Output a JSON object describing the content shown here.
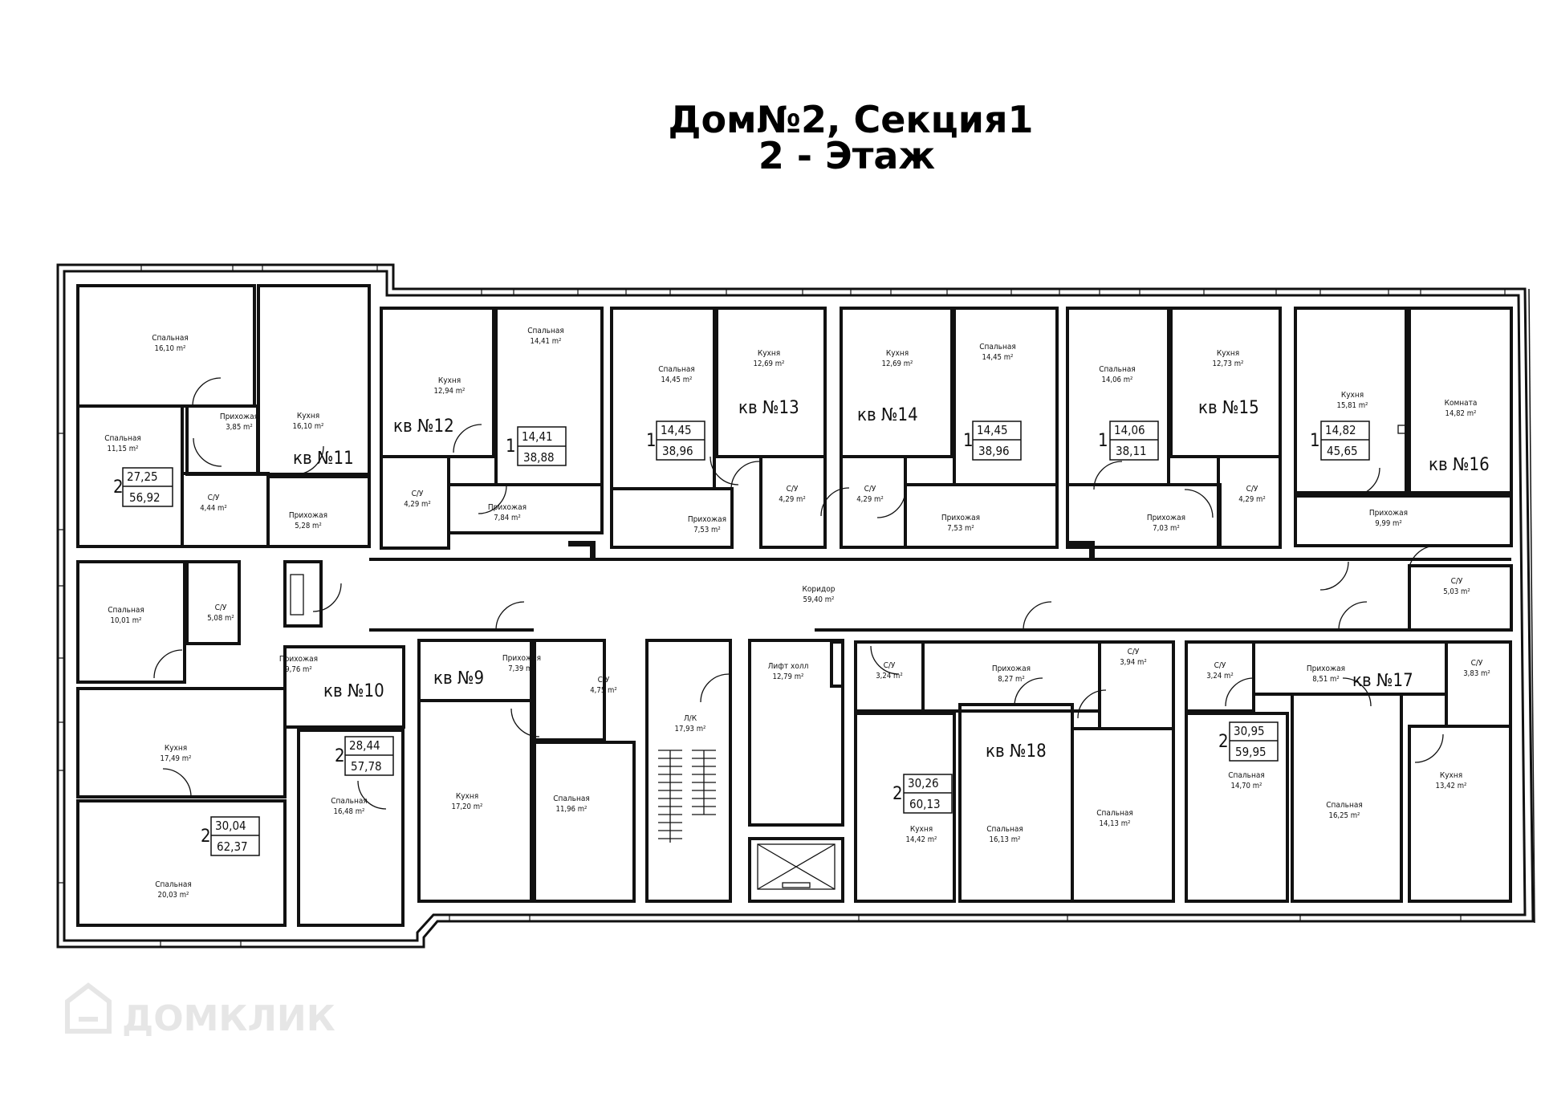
{
  "title": {
    "line1": "Дом№2, Секция1",
    "line2": "2 - Этаж"
  },
  "watermark": {
    "text": "ДОМКЛИК",
    "icon": "house-icon"
  },
  "rooms": [
    {
      "name": "Спальная",
      "area": "16,10 m²"
    },
    {
      "name": "Спальная",
      "area": "11,15 m²"
    },
    {
      "name": "Прихожая",
      "area": "3,85 m²"
    },
    {
      "name": "С/У",
      "area": "4,44 m²"
    },
    {
      "name": "Кухня",
      "area": "16,10 m²"
    },
    {
      "name": "Прихожая",
      "area": "5,28 m²"
    },
    {
      "name": "Кухня",
      "area": "12,94 m²"
    },
    {
      "name": "С/У",
      "area": "4,29 m²"
    },
    {
      "name": "Прихожая",
      "area": "7,84 m²"
    },
    {
      "name": "Спальная",
      "area": "14,41 m²"
    },
    {
      "name": "Спальная",
      "area": "14,45 m²"
    },
    {
      "name": "Кухня",
      "area": "12,69 m²"
    },
    {
      "name": "С/У",
      "area": "4,29 m²"
    },
    {
      "name": "Прихожая",
      "area": "7,53 m²"
    },
    {
      "name": "Кухня",
      "area": "12,69 m²"
    },
    {
      "name": "С/У",
      "area": "4,29 m²"
    },
    {
      "name": "Спальная",
      "area": "14,45 m²"
    },
    {
      "name": "Прихожая",
      "area": "7,53 m²"
    },
    {
      "name": "Спальная",
      "area": "14,06 m²"
    },
    {
      "name": "Прихожая",
      "area": "7,03 m²"
    },
    {
      "name": "Кухня",
      "area": "12,73 m²"
    },
    {
      "name": "С/У",
      "area": "4,29 m²"
    },
    {
      "name": "Кухня",
      "area": "15,81 m²"
    },
    {
      "name": "Комната",
      "area": "14,82 m²"
    },
    {
      "name": "Прихожая",
      "area": "9,99 m²"
    },
    {
      "name": "С/У",
      "area": "5,03 m²"
    },
    {
      "name": "Коридор",
      "area": "59,40 m²"
    },
    {
      "name": "Спальная",
      "area": "10,01 m²"
    },
    {
      "name": "С/У",
      "area": "5,08 m²"
    },
    {
      "name": "Прихожая",
      "area": "9,76 m²"
    },
    {
      "name": "Кухня",
      "area": "17,49 m²"
    },
    {
      "name": "Спальная",
      "area": "20,03 m²"
    },
    {
      "name": "Спальная",
      "area": "16,48 m²"
    },
    {
      "name": "Прихожая",
      "area": "7,39 m²"
    },
    {
      "name": "С/У",
      "area": "4,75 m²"
    },
    {
      "name": "Кухня",
      "area": "17,20 m²"
    },
    {
      "name": "Спальная",
      "area": "11,96 m²"
    },
    {
      "name": "Л/К",
      "area": "17,93 m²"
    },
    {
      "name": "Лифт холл",
      "area": "12,79 m²"
    },
    {
      "name": "С/У",
      "area": "3,24 m²"
    },
    {
      "name": "Прихожая",
      "area": "8,27 m²"
    },
    {
      "name": "С/У",
      "area": "3,94 m²"
    },
    {
      "name": "Кухня",
      "area": "14,42 m²"
    },
    {
      "name": "Спальная",
      "area": "16,13 m²"
    },
    {
      "name": "Спальная",
      "area": "14,13 m²"
    },
    {
      "name": "С/У",
      "area": "3,24 m²"
    },
    {
      "name": "Прихожая",
      "area": "8,51 m²"
    },
    {
      "name": "С/У",
      "area": "3,83 m²"
    },
    {
      "name": "Спальная",
      "area": "14,70 m²"
    },
    {
      "name": "Спальная",
      "area": "16,25 m²"
    },
    {
      "name": "Кухня",
      "area": "13,42 m²"
    }
  ],
  "apartments": [
    {
      "label": "кв №11"
    },
    {
      "label": "кв №12"
    },
    {
      "label": "кв №13"
    },
    {
      "label": "кв №14"
    },
    {
      "label": "кв №15"
    },
    {
      "label": "кв №16"
    },
    {
      "label": "кв №10"
    },
    {
      "label": "кв №9"
    },
    {
      "label": "кв №18"
    },
    {
      "label": "кв №17"
    }
  ],
  "area_tags": [
    {
      "rooms": "2",
      "living": "27,25",
      "total": "56,92"
    },
    {
      "rooms": "1",
      "living": "14,41",
      "total": "38,88"
    },
    {
      "rooms": "1",
      "living": "14,45",
      "total": "38,96"
    },
    {
      "rooms": "1",
      "living": "14,45",
      "total": "38,96"
    },
    {
      "rooms": "1",
      "living": "14,06",
      "total": "38,11"
    },
    {
      "rooms": "1",
      "living": "14,82",
      "total": "45,65"
    },
    {
      "rooms": "2",
      "living": "28,44",
      "total": "57,78"
    },
    {
      "rooms": "2",
      "living": "30,04",
      "total": "62,37"
    },
    {
      "rooms": "2",
      "living": "30,26",
      "total": "60,13"
    },
    {
      "rooms": "2",
      "living": "30,95",
      "total": "59,95"
    }
  ]
}
